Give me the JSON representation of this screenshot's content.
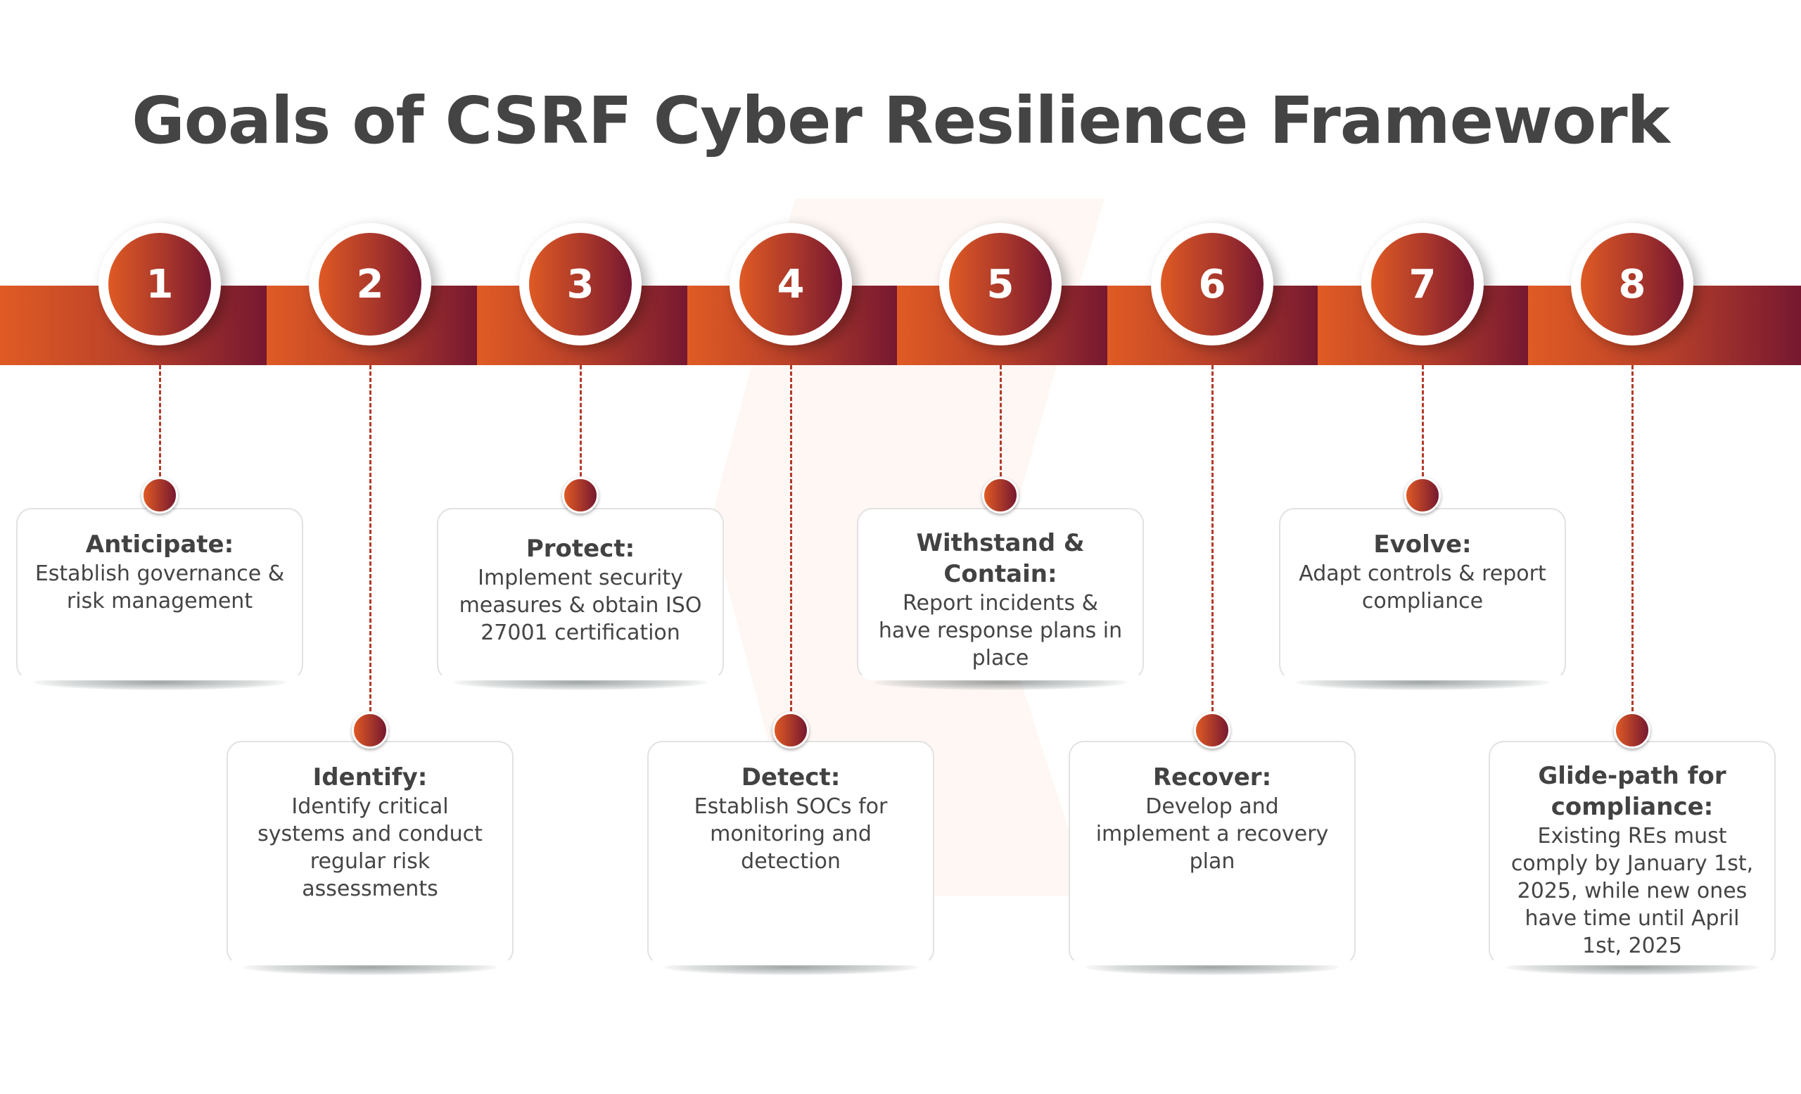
{
  "title": "Goals of CSRF Cyber Resilience Framework",
  "colors": {
    "band_start": "#e05b24",
    "band_end": "#761830",
    "connector": "#b23a2a",
    "text": "#444444"
  },
  "steps": [
    {
      "number": "1",
      "heading": "Anticipate:",
      "body": "Establish governance & risk management",
      "position": "top"
    },
    {
      "number": "2",
      "heading": "Identify:",
      "body": "Identify critical systems and conduct regular risk assessments",
      "position": "bottom"
    },
    {
      "number": "3",
      "heading": "Protect:",
      "body": "Implement security measures & obtain ISO 27001 certification",
      "position": "top"
    },
    {
      "number": "4",
      "heading": "Detect:",
      "body": "Establish SOCs for monitoring and detection",
      "position": "bottom"
    },
    {
      "number": "5",
      "heading": "Withstand & Contain:",
      "body": "Report incidents & have response plans in place",
      "position": "top"
    },
    {
      "number": "6",
      "heading": "Recover:",
      "body": "Develop and implement a recovery plan",
      "position": "bottom"
    },
    {
      "number": "7",
      "heading": "Evolve:",
      "body": "Adapt controls & report compliance",
      "position": "top"
    },
    {
      "number": "8",
      "heading": "Glide-path for compliance:",
      "body": "Existing REs must comply by January 1st, 2025, while new ones have time until April 1st, 2025",
      "position": "bottom"
    }
  ]
}
